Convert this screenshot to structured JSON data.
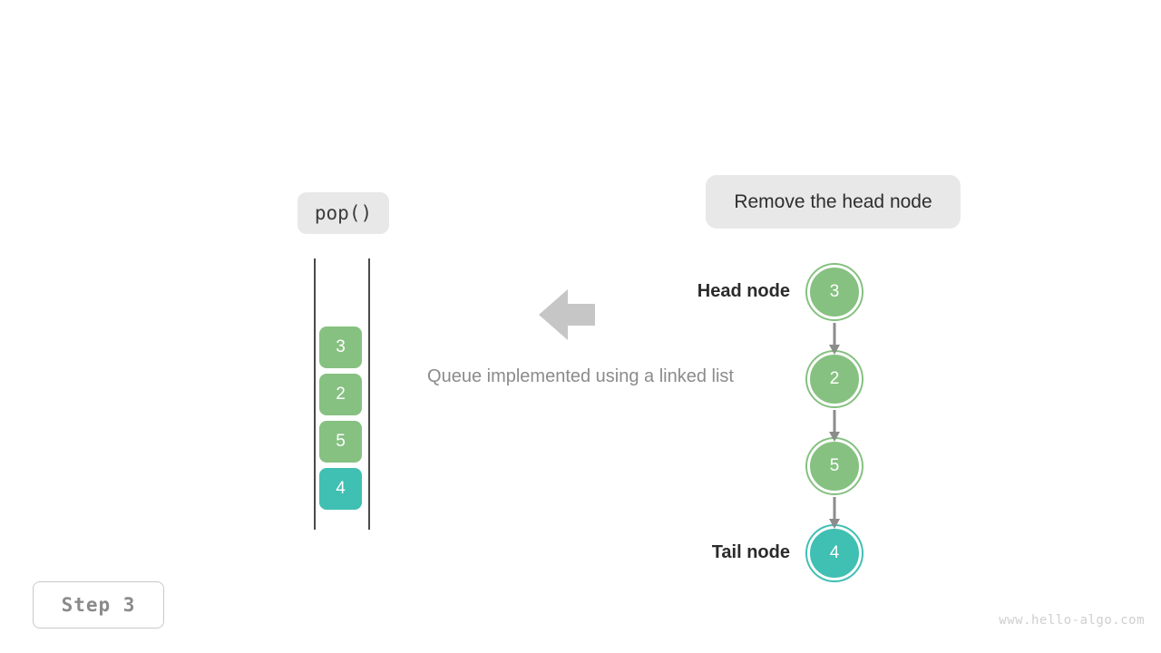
{
  "operation": {
    "code_label": "pop()",
    "description": "Remove the head node"
  },
  "caption": "Queue implemented using a linked list",
  "step_badge": "Step 3",
  "watermark": "www.hello-algo.com",
  "colors": {
    "green": "#86c181",
    "teal": "#40bfb3",
    "rail": "#4a4a4a",
    "chip_bg": "#e8e8e8",
    "arrow_gray": "#c6c6c6",
    "link_gray": "#8c8c8c",
    "caption_gray": "#8b8b8b",
    "watermark_gray": "#cfcfcf"
  },
  "queue": {
    "cells": [
      {
        "value": "3",
        "color": "#86c181"
      },
      {
        "value": "2",
        "color": "#86c181"
      },
      {
        "value": "5",
        "color": "#86c181"
      },
      {
        "value": "4",
        "color": "#40bfb3"
      }
    ]
  },
  "linked_list": {
    "head_label": "Head node",
    "tail_label": "Tail node",
    "nodes": [
      {
        "value": "3",
        "color": "#86c181"
      },
      {
        "value": "2",
        "color": "#86c181"
      },
      {
        "value": "5",
        "color": "#86c181"
      },
      {
        "value": "4",
        "color": "#40bfb3"
      }
    ]
  },
  "icons": {
    "big_arrow": "arrow-left-icon",
    "link_arrow": "arrow-down-icon"
  }
}
